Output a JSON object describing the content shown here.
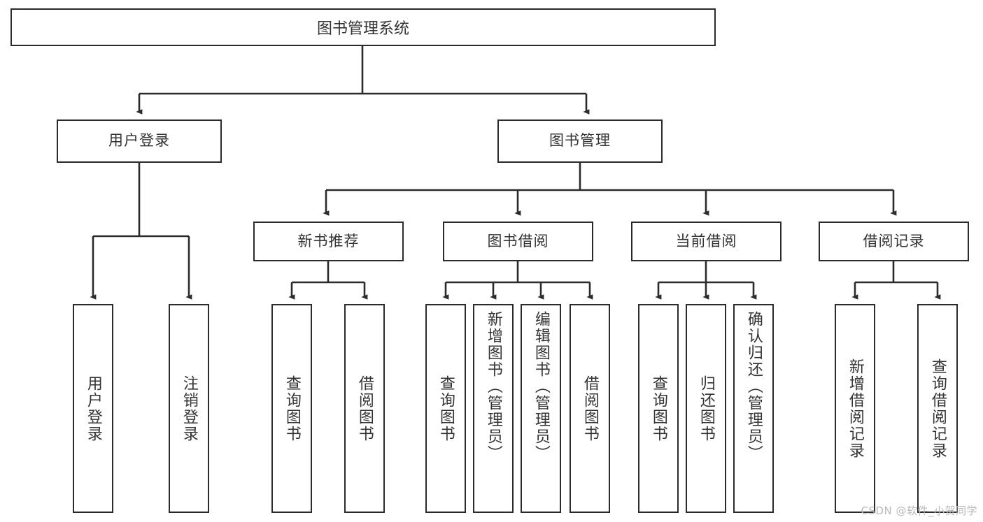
{
  "diagram": {
    "title": "图书管理系统",
    "type": "tree-hierarchy-diagram",
    "watermark": "CSDN @软件_小贺同学",
    "colors": {
      "background": "#ffffff",
      "border": "#2b2b2b",
      "text": "#333333",
      "connector": "#2b2b2b",
      "watermark": "#b9b9b9"
    },
    "root": {
      "label": "图书管理系统"
    },
    "level2": [
      {
        "id": "user-login",
        "label": "用户登录"
      },
      {
        "id": "book-management",
        "label": "图书管理"
      }
    ],
    "level3": [
      {
        "id": "new-book-recommend",
        "label": "新书推荐"
      },
      {
        "id": "book-borrow",
        "label": "图书借阅"
      },
      {
        "id": "current-borrow",
        "label": "当前借阅"
      },
      {
        "id": "borrow-record",
        "label": "借阅记录"
      }
    ],
    "leaves": {
      "user-login": [
        {
          "id": "leaf-user-login",
          "label": "用户登录"
        },
        {
          "id": "leaf-logout-login",
          "label": "注销登录"
        }
      ],
      "new-book-recommend": [
        {
          "id": "leaf-query-book-1",
          "label": "查询图书"
        },
        {
          "id": "leaf-borrow-book-1",
          "label": "借阅图书"
        }
      ],
      "book-borrow": [
        {
          "id": "leaf-query-book-2",
          "label": "查询图书"
        },
        {
          "id": "leaf-add-book",
          "label": "新增图书（管理员）"
        },
        {
          "id": "leaf-edit-book",
          "label": "编辑图书（管理员）"
        },
        {
          "id": "leaf-borrow-book-2",
          "label": "借阅图书"
        }
      ],
      "current-borrow": [
        {
          "id": "leaf-query-book-3",
          "label": "查询图书"
        },
        {
          "id": "leaf-return-book",
          "label": "归还图书"
        },
        {
          "id": "leaf-confirm-return",
          "label": "确认归还（管理员）"
        }
      ],
      "borrow-record": [
        {
          "id": "leaf-add-record",
          "label": "新增借阅记录"
        },
        {
          "id": "leaf-query-record",
          "label": "查询借阅记录"
        }
      ]
    }
  }
}
